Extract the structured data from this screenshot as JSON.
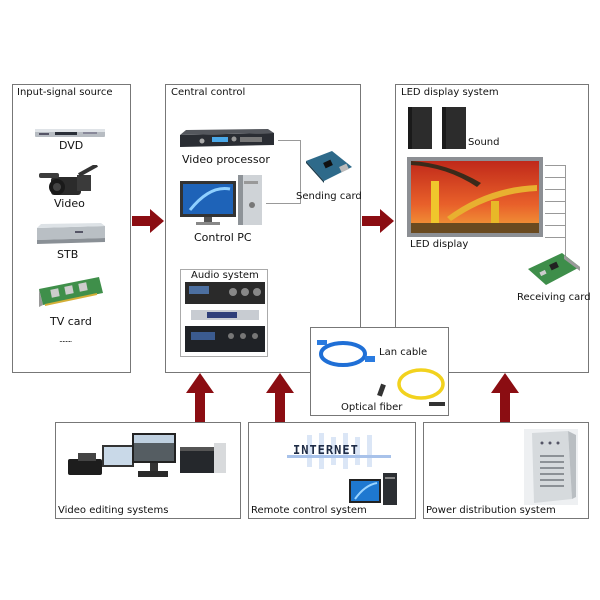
{
  "colors": {
    "arrow": "#8b0d12",
    "border": "#777777",
    "connector": "#999999"
  },
  "input_box": {
    "title": "Input-signal source",
    "items": [
      {
        "label": "DVD",
        "icon": "dvd-player-icon"
      },
      {
        "label": "Video",
        "icon": "video-camera-icon"
      },
      {
        "label": "STB",
        "icon": "set-top-box-icon"
      },
      {
        "label": "TV card",
        "icon": "tv-card-icon"
      }
    ],
    "ellipsis": "........"
  },
  "central_box": {
    "title": "Central control",
    "video_processor": "Video processor",
    "sending_card": "Sending card",
    "control_pc": "Control PC",
    "audio_system": "Audio system"
  },
  "led_box": {
    "title": "LED display system",
    "sound": "Sound",
    "led_display": "LED display",
    "receiving_card": "Receiving card"
  },
  "cable_box": {
    "lan_cable": "Lan cable",
    "optical_fiber": "Optical fiber"
  },
  "bottom": {
    "video_editing": "Video editing systems",
    "remote_control": "Remote control system",
    "internet_logo": "INTERNET",
    "power_distribution": "Power distribution system"
  }
}
